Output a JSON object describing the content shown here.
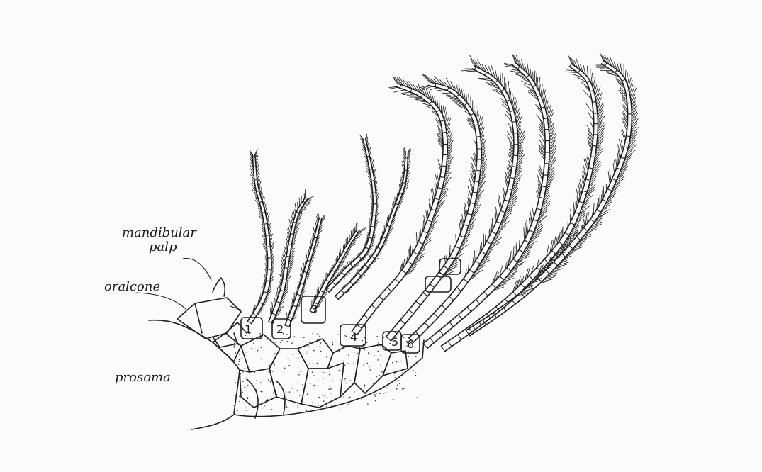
{
  "figure": {
    "labels": {
      "mandibular_palp": "mandibular palp",
      "oral_cone": "oralcone",
      "prosoma": "prosoma"
    },
    "leg_numbers": [
      "1",
      "2",
      "3",
      "4",
      "5",
      "6"
    ]
  }
}
